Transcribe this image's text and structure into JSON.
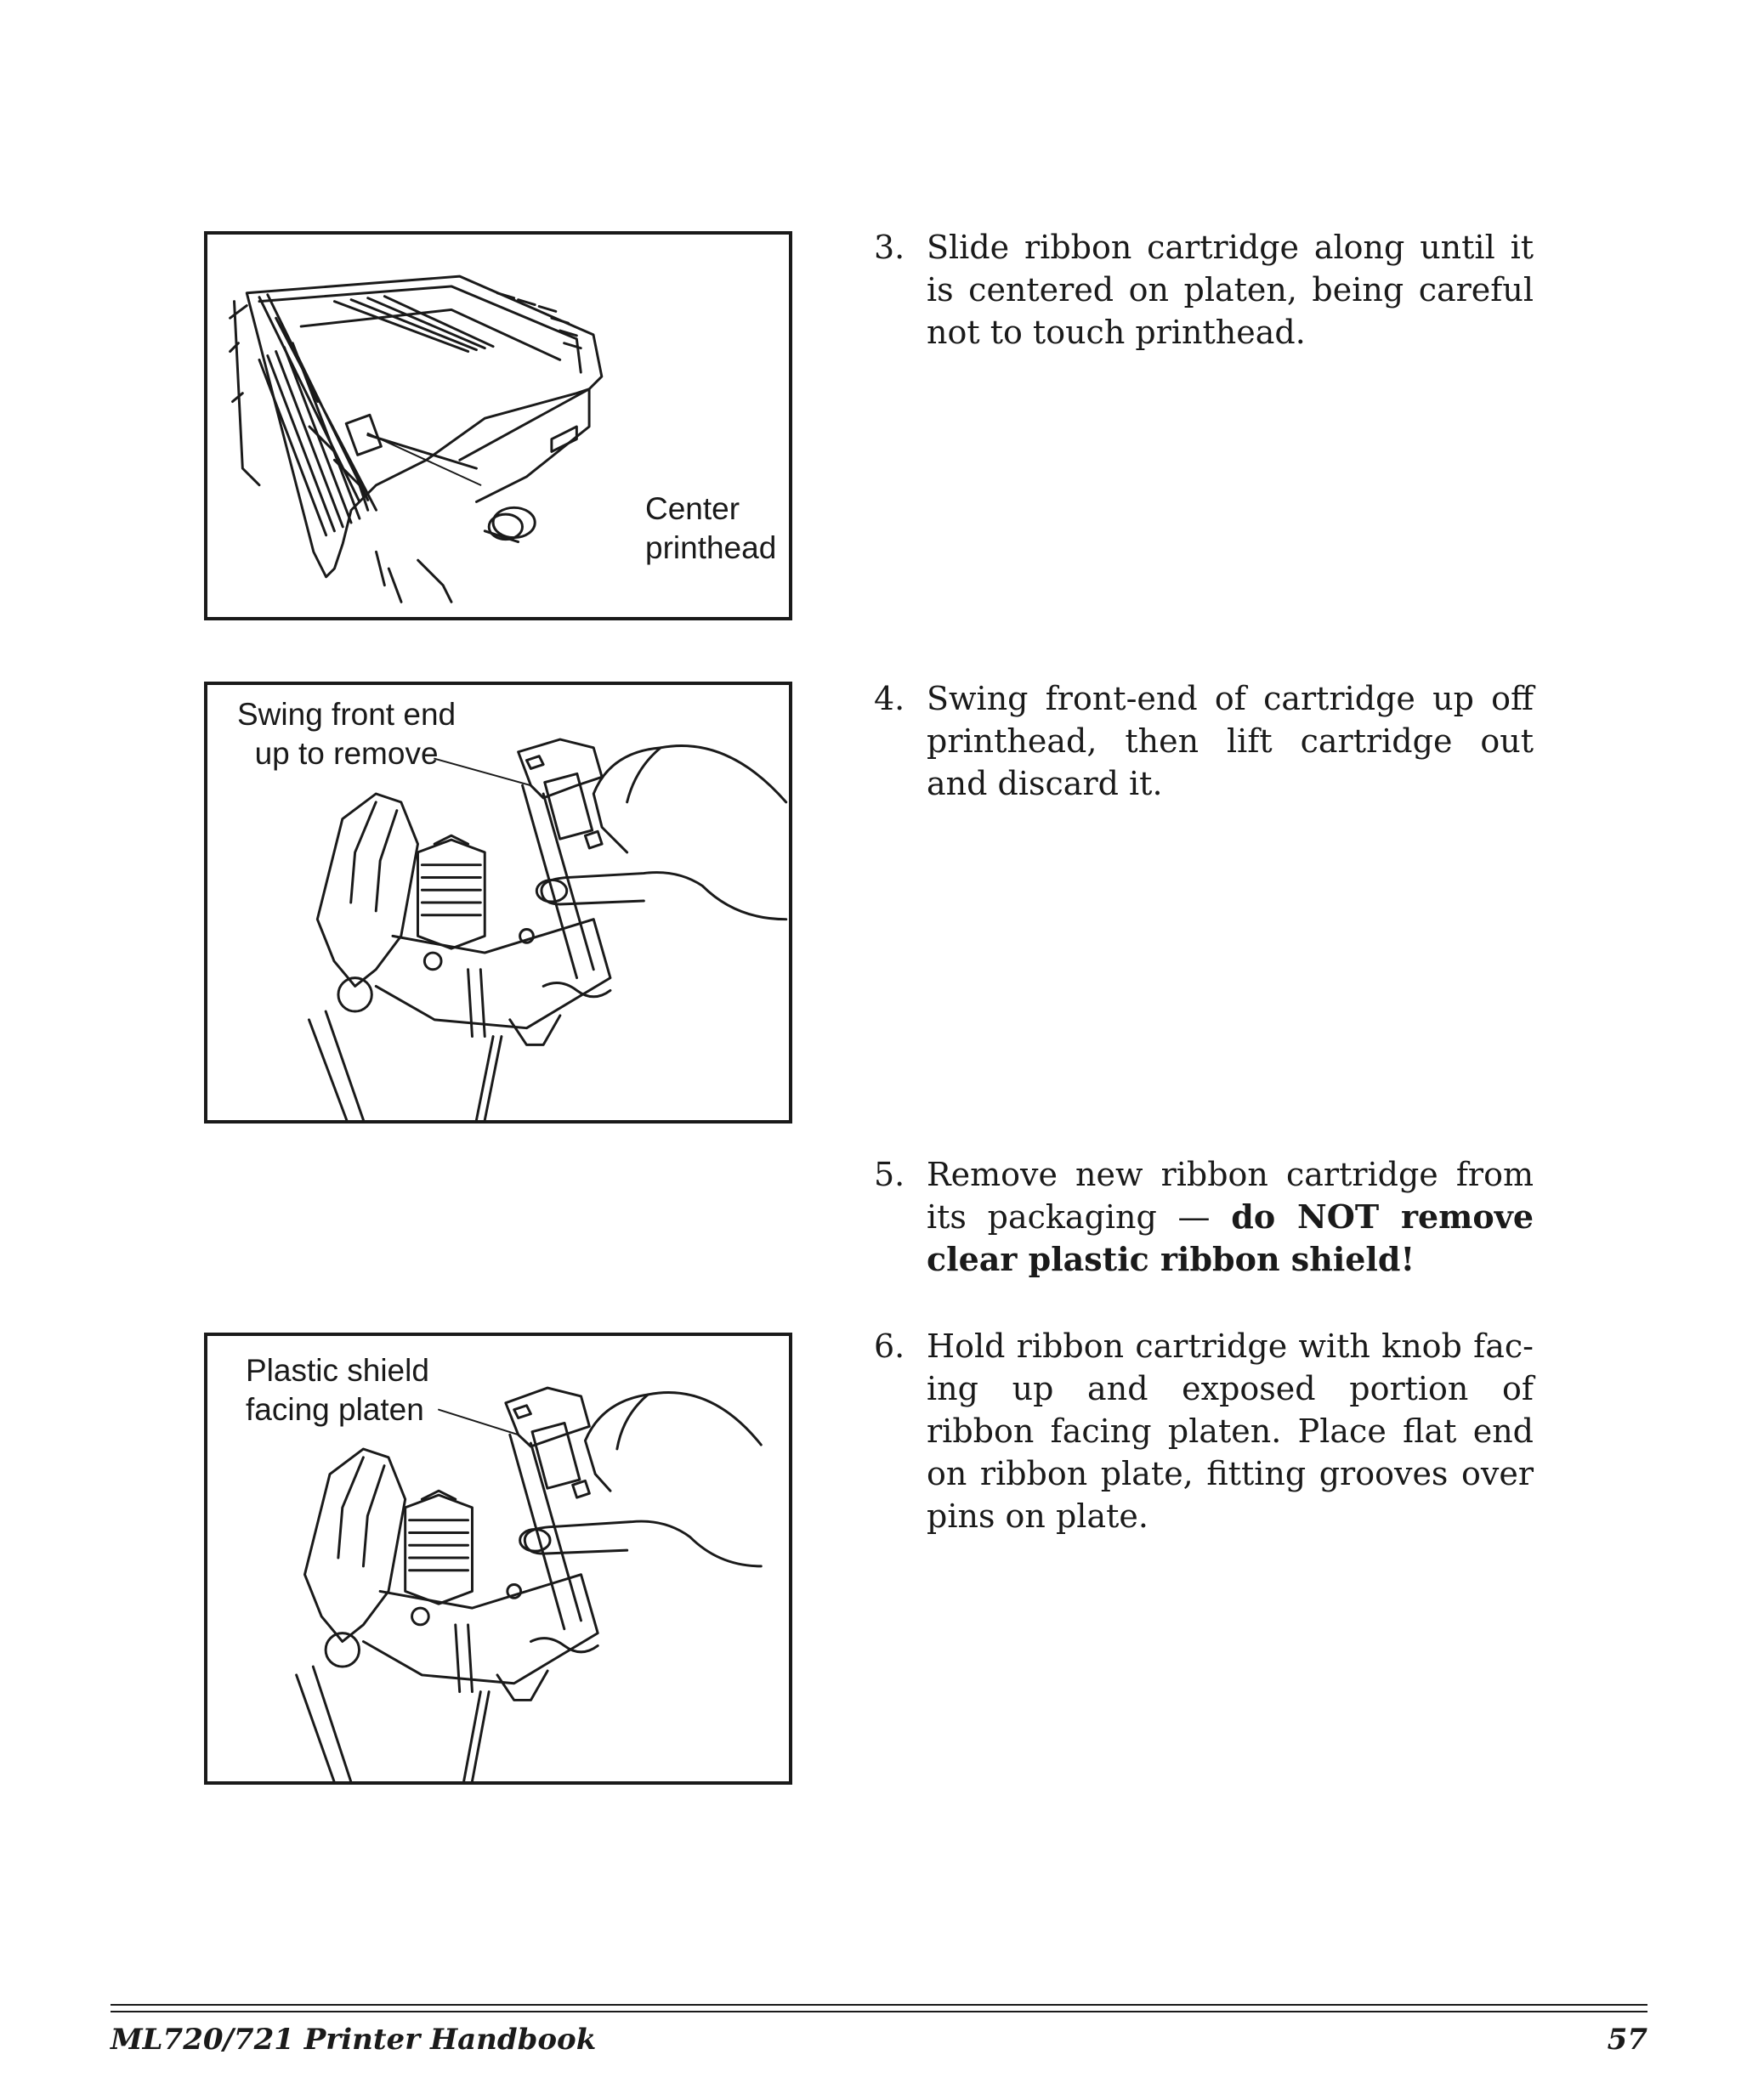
{
  "figures": {
    "fig1": {
      "callout": "Center\nprinthead"
    },
    "fig2": {
      "callout": "Swing front end\nup to remove"
    },
    "fig3": {
      "callout": "Plastic shield\nfacing platen"
    }
  },
  "steps": [
    {
      "number": "3.",
      "text": "Slide ribbon cartridge along until it is centered on platen, being careful not to touch printhead.",
      "bold": ""
    },
    {
      "number": "4.",
      "text": "Swing front-end of cartridge up off printhead, then lift cartridge out and discard it.",
      "bold": ""
    },
    {
      "number": "5.",
      "text": "Remove new ribbon cartridge from its packaging — ",
      "bold": "do NOT remove clear plastic ribbon shield!"
    },
    {
      "number": "6.",
      "text": "Hold ribbon cartridge with knob fac-ing up and exposed portion of ribbon facing platen. Place flat end on ribbon plate, fitting grooves over pins on plate.",
      "bold": ""
    }
  ],
  "footer": {
    "title": "ML720/721 Printer Handbook",
    "page_number": "57"
  }
}
